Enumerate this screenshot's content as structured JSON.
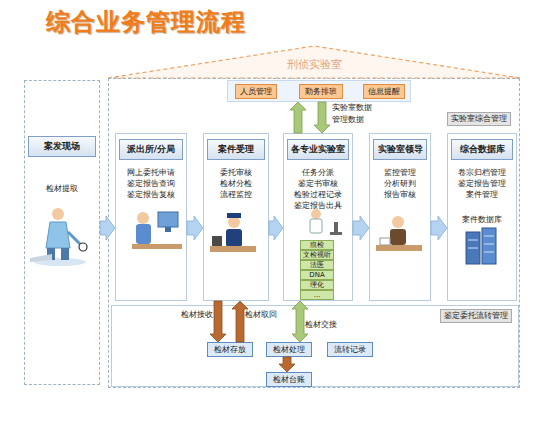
{
  "diagram": {
    "title": "综合业务管理流程",
    "nodes": [
      {
        "text": [
          "刑侦实验室"
        ]
      },
      {
        "text": [
          "实验室综合管理"
        ],
        "in": 0
      },
      {
        "text": [
          "人员管理"
        ],
        "in": 1
      },
      {
        "text": [
          "勤务排班"
        ],
        "in": 1
      },
      {
        "text": [
          "信息提醒"
        ],
        "in": 1
      },
      {
        "text": [
          "案发现场",
          "检材提取"
        ]
      },
      {
        "text": [
          "派出所/分局",
          "网上委托申请 鉴定报告查询 鉴定报告复核"
        ],
        "in": 0
      },
      {
        "text": [
          "案件受理",
          "委托审核 检材分检 流程监控"
        ],
        "in": 0
      },
      {
        "text": [
          "各专业实验室",
          "任务分派 鉴定书审核 检验过程记录 鉴定报告出具"
        ],
        "in": 0
      },
      {
        "text": [
          "痕检"
        ],
        "in": 8
      },
      {
        "text": [
          "文检视听"
        ],
        "in": 8
      },
      {
        "text": [
          "法医"
        ],
        "in": 8
      },
      {
        "text": [
          "DNA"
        ],
        "in": 8
      },
      {
        "text": [
          "理化"
        ],
        "in": 8
      },
      {
        "text": [
          "..."
        ],
        "in": 8
      },
      {
        "text": [
          "实验室领导",
          "监控管理 分析研判 报告审核"
        ],
        "in": 0
      },
      {
        "text": [
          "综合数据库",
          "卷宗归档管理 鉴定报告管理 案件管理",
          "案件数据库"
        ],
        "in": 0
      },
      {
        "text": [
          "鉴定委托流转管理"
        ],
        "in": 0
      },
      {
        "text": [
          "检材存放"
        ],
        "in": 17
      },
      {
        "text": [
          "检材处理"
        ],
        "in": 17
      },
      {
        "text": [
          "流转记录"
        ],
        "in": 17
      },
      {
        "text": [
          "检材台账"
        ],
        "in": 17
      }
    ],
    "edges": [
      {
        "from": 5,
        "to": 6,
        "arrow": "to"
      },
      {
        "from": 6,
        "to": 7,
        "arrow": "to"
      },
      {
        "from": 7,
        "to": 8,
        "arrow": "to"
      },
      {
        "from": 8,
        "to": 15,
        "arrow": "to"
      },
      {
        "from": 15,
        "to": 16,
        "arrow": "to"
      },
      {
        "from": 8,
        "to": 1,
        "label": "实验室数据",
        "arrow": "to"
      },
      {
        "from": 1,
        "to": 8,
        "label": "管理数据",
        "arrow": "to"
      },
      {
        "from": 7,
        "to": 18,
        "label": "检材接收",
        "arrow": "to"
      },
      {
        "from": 18,
        "to": 7,
        "label": "检材取回",
        "arrow": "to"
      },
      {
        "from": 8,
        "to": 19,
        "label": "检材交接",
        "arrow": "both"
      },
      {
        "from": 19,
        "to": 21,
        "arrow": "to"
      }
    ]
  }
}
